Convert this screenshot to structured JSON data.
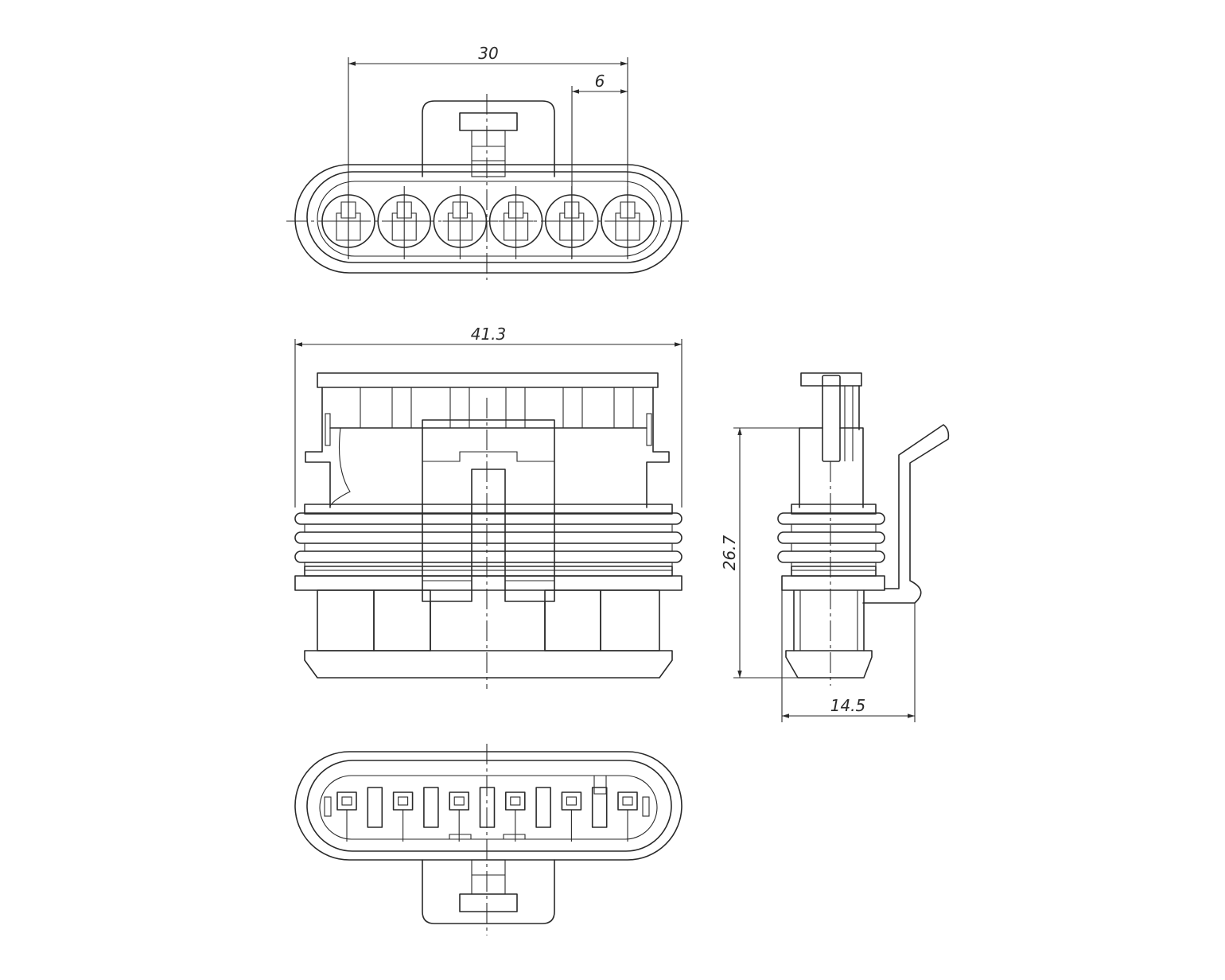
{
  "drawing": {
    "dimensions": {
      "pin_span": "30",
      "pin_pitch": "6",
      "body_width": "41.3",
      "body_height": "26.7",
      "body_depth": "14.5"
    },
    "views": [
      "top-view",
      "front-view",
      "side-view",
      "bottom-view"
    ],
    "cavity_count": 6,
    "line_color": "#2a2a2a",
    "background": "#ffffff"
  }
}
